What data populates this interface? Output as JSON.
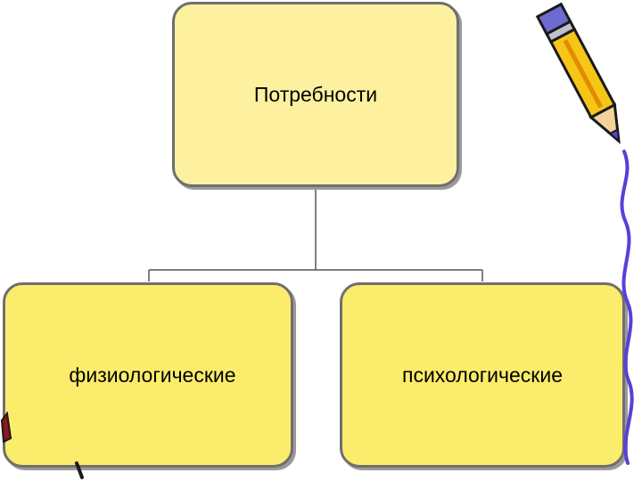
{
  "diagram": {
    "root": {
      "label": "Потребности"
    },
    "children": [
      {
        "label": "физиологические"
      },
      {
        "label": "психологические"
      }
    ]
  },
  "colors": {
    "root_fill": "#fdf1a0",
    "child_fill": "#fbec6b",
    "border": "#6f6f6f",
    "connector": "#555555",
    "pencil_body": "#f5c518",
    "pencil_outline": "#1a1a1a",
    "squiggle": "#5a3fd6"
  },
  "icons": [
    "pencil-icon",
    "squiggle-decoration",
    "left-decoration"
  ]
}
